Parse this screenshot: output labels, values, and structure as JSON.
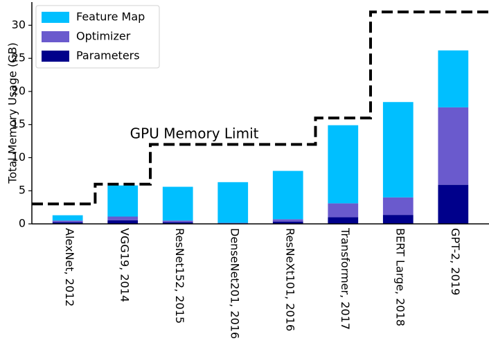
{
  "chart_data": {
    "type": "bar",
    "stacked": true,
    "categories": [
      "AlexNet, 2012",
      "VGG19, 2014",
      "ResNet152, 2015",
      "DenseNet201, 2016",
      "ResNeXt101, 2016",
      "Transformer, 2017",
      "BERT Large, 2018",
      "GPT-2, 2019"
    ],
    "series": [
      {
        "name": "Parameters",
        "color": "#00008b",
        "values": [
          0.25,
          0.55,
          0.25,
          0.08,
          0.35,
          1.0,
          1.35,
          5.9
        ]
      },
      {
        "name": "Optimizer",
        "color": "#6a5acd",
        "values": [
          0.25,
          0.55,
          0.25,
          0.07,
          0.35,
          2.1,
          2.65,
          11.7
        ]
      },
      {
        "name": "Feature Map",
        "color": "#00bfff",
        "values": [
          0.8,
          4.7,
          5.1,
          6.15,
          7.3,
          11.8,
          14.4,
          8.6
        ]
      }
    ],
    "legend_order": [
      "Feature Map",
      "Optimizer",
      "Parameters"
    ],
    "legend_position": "top-left",
    "limit_line": {
      "label": "GPU Memory Limit",
      "style": "dashed",
      "color": "#000000",
      "levels": [
        3,
        6,
        12,
        12,
        12,
        16,
        32,
        32
      ]
    },
    "ylabel": "Total Memory Usage (GB)",
    "xlabel": "",
    "ylim": [
      0,
      33.5
    ],
    "yticks": [
      0,
      5,
      10,
      15,
      20,
      25,
      30
    ],
    "grid": false
  }
}
